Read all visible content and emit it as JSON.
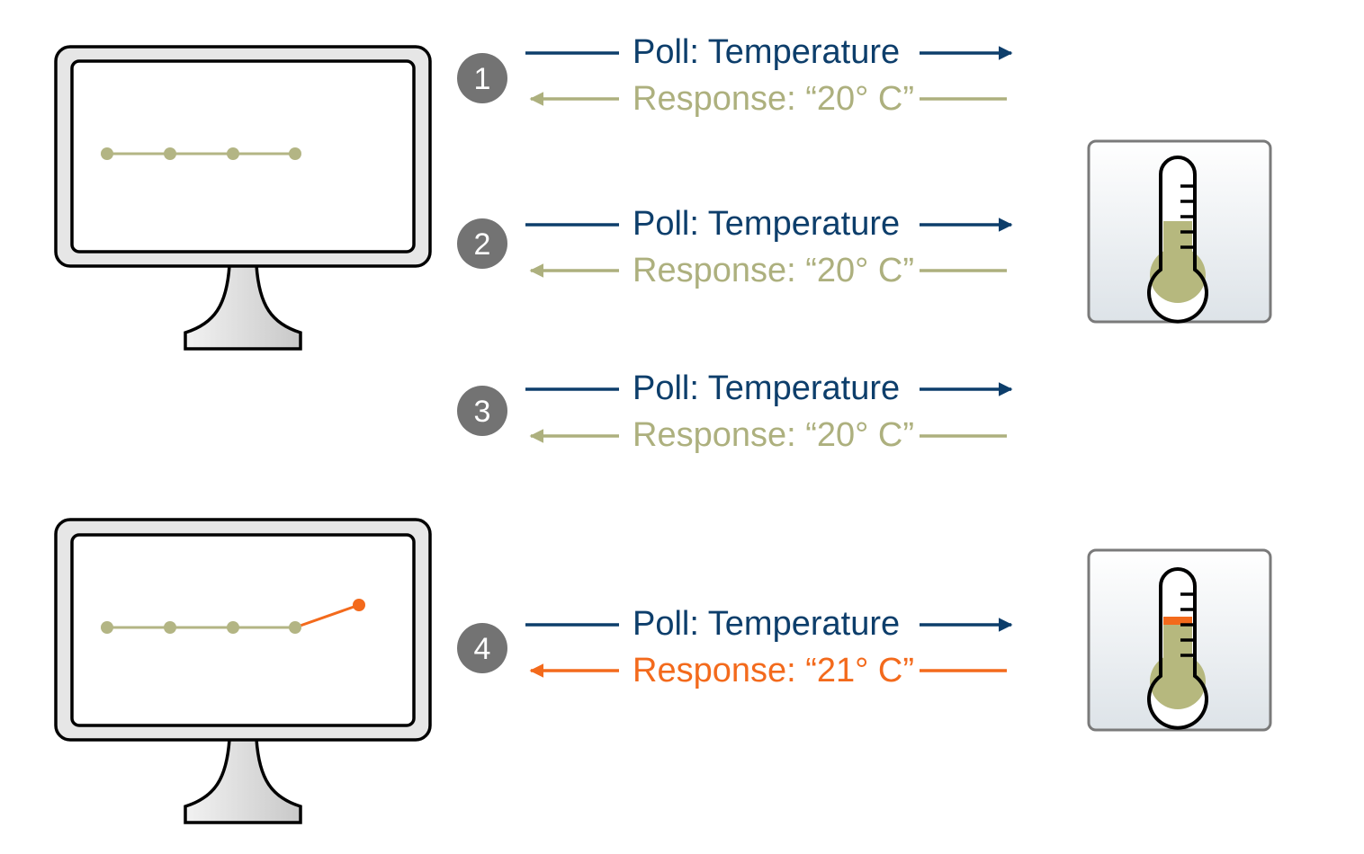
{
  "colors": {
    "poll": "#0d3e6b",
    "response": "#adb07e",
    "response_changed": "#f36a1c",
    "badge": "#737373",
    "monitor_frame": "#e6e6e6",
    "sensor_panel": "#e9edf0",
    "thermo_fill": "#b6b87e"
  },
  "exchanges": [
    {
      "step": "1",
      "poll": "Poll: Temperature",
      "response": "Response: “20° C”",
      "changed": false
    },
    {
      "step": "2",
      "poll": "Poll: Temperature",
      "response": "Response: “20° C”",
      "changed": false
    },
    {
      "step": "3",
      "poll": "Poll: Temperature",
      "response": "Response: “20° C”",
      "changed": false
    },
    {
      "step": "4",
      "poll": "Poll: Temperature",
      "response": "Response: “21° C”",
      "changed": true
    }
  ],
  "monitors": [
    {
      "icon": "monitor-icon",
      "readings": [
        20,
        20,
        20,
        20
      ]
    },
    {
      "icon": "monitor-icon",
      "readings": [
        20,
        20,
        20,
        20,
        21
      ]
    }
  ],
  "sensors": [
    {
      "icon": "thermometer-icon",
      "level_changed": false
    },
    {
      "icon": "thermometer-icon",
      "level_changed": true
    }
  ]
}
